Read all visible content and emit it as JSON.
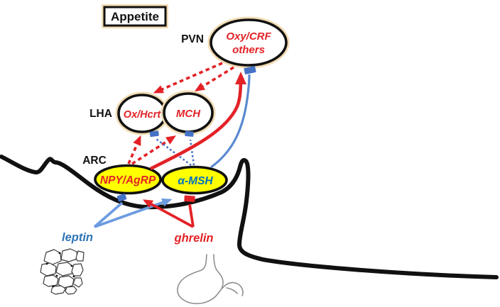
{
  "diagram": {
    "title": "Appetite",
    "region_labels": {
      "pvn": "PVN",
      "lha": "LHA",
      "arc": "ARC"
    },
    "nodes": {
      "pvn_line1": "Oxy/CRF",
      "pvn_line2": "others",
      "ox_hcrt": "Ox/Hcrt",
      "mch": "MCH",
      "npy_agrp": "NPY/AgRP",
      "alpha_msh": "α-MSH"
    },
    "hormones": {
      "leptin": "leptin",
      "ghrelin": "ghrelin"
    },
    "icons": {
      "adipose": "adipose-tissue-icon",
      "stomach": "stomach-icon"
    },
    "colors": {
      "red": "#E32227",
      "blue_medium": "#4472C4",
      "blue_light": "#6D9BE0",
      "blue_curve": "#5B8AD0",
      "leptin_text": "#2E74B5",
      "alpha_msh_text": "#0070C0",
      "node_fill_yellow": "#FFFF00",
      "halo": "#F2DCB4",
      "outline_black": "#111111",
      "organ_gray": "#8F8F8F"
    },
    "edges": [
      {
        "from": "Oxy/CRF others (PVN)",
        "to": "Ox/Hcrt (LHA)",
        "line": "dashed",
        "color": "red",
        "terminal": "arrow"
      },
      {
        "from": "Oxy/CRF others (PVN)",
        "to": "MCH (LHA)",
        "line": "dashed",
        "color": "red",
        "terminal": "arrow"
      },
      {
        "from": "NPY/AgRP (ARC)",
        "to": "Ox/Hcrt (LHA)",
        "line": "dashed",
        "color": "red",
        "terminal": "arrow"
      },
      {
        "from": "NPY/AgRP (ARC)",
        "to": "MCH (LHA)",
        "line": "dashed",
        "color": "red",
        "terminal": "arrow"
      },
      {
        "from": "NPY/AgRP (ARC)",
        "to": "Oxy/CRF others (PVN)",
        "line": "solid",
        "color": "red",
        "terminal": "arrow"
      },
      {
        "from": "α-MSH (ARC)",
        "to": "Ox/Hcrt (LHA)",
        "line": "dotted",
        "color": "blue",
        "terminal": "blunt"
      },
      {
        "from": "α-MSH (ARC)",
        "to": "MCH (LHA)",
        "line": "dotted",
        "color": "blue",
        "terminal": "blunt"
      },
      {
        "from": "α-MSH (ARC)",
        "to": "Oxy/CRF others (PVN)",
        "line": "solid",
        "color": "blue",
        "terminal": "blunt"
      },
      {
        "from": "leptin",
        "to": "NPY/AgRP (ARC)",
        "line": "solid",
        "color": "light-blue",
        "terminal": "blunt"
      },
      {
        "from": "leptin",
        "to": "α-MSH (ARC)",
        "line": "solid",
        "color": "light-blue",
        "terminal": "arrow"
      },
      {
        "from": "ghrelin",
        "to": "NPY/AgRP (ARC)",
        "line": "solid",
        "color": "red",
        "terminal": "arrow"
      },
      {
        "from": "ghrelin",
        "to": "α-MSH (ARC)",
        "line": "solid",
        "color": "red",
        "terminal": "blunt"
      }
    ]
  }
}
